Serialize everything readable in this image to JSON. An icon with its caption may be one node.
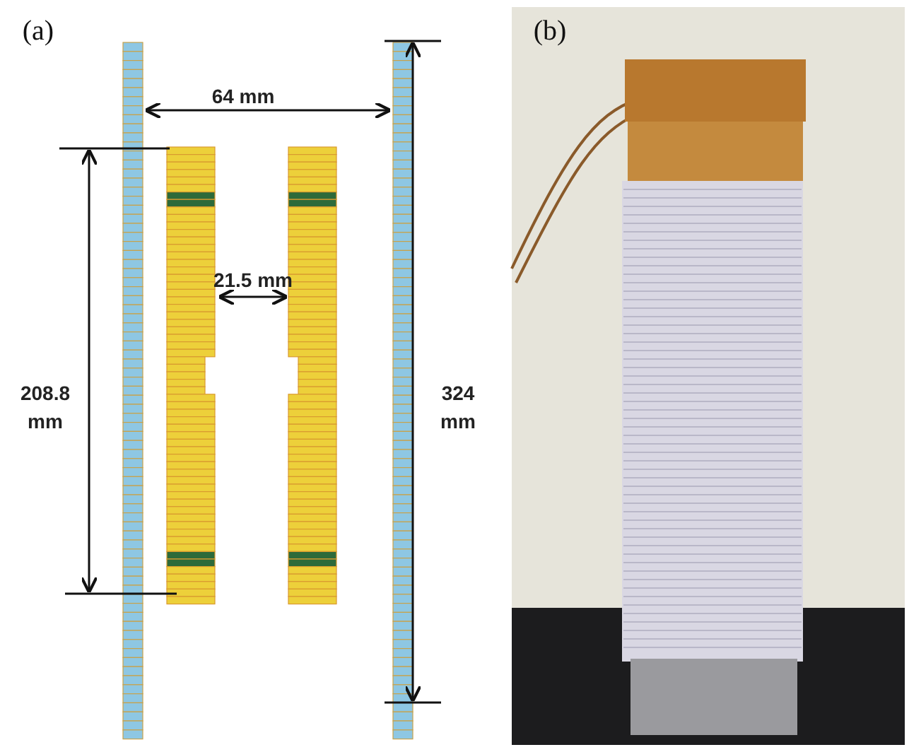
{
  "diagram": {
    "labels": [
      "(a)",
      "64 mm",
      "21.5 mm",
      "208.8 mm",
      "324 mm",
      "(b)"
    ]
  }
}
